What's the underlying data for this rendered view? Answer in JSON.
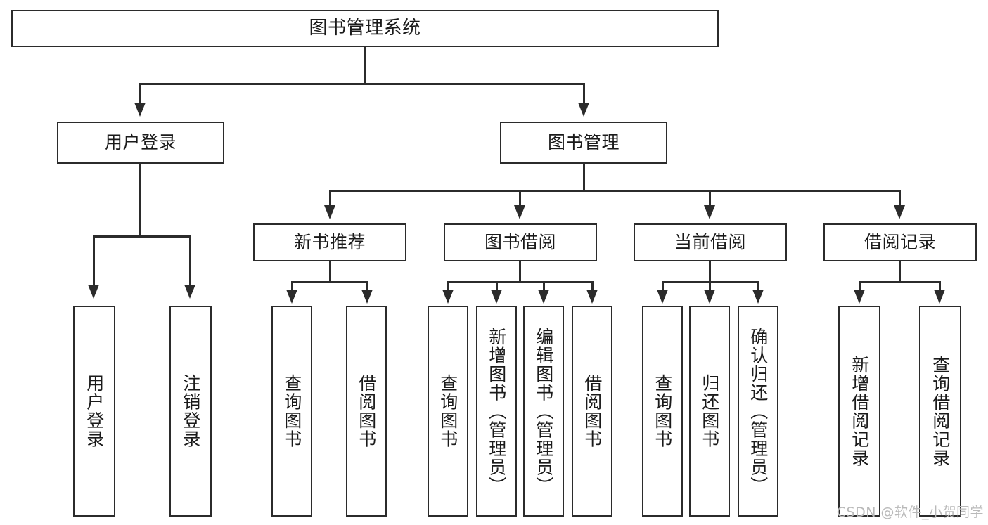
{
  "diagram": {
    "title": "图书管理系统",
    "type": "tree-hierarchy-chart",
    "watermark": "CSDN @软件_小贺同学",
    "accent_color": "#2b2b2b",
    "background_color": "#ffffff",
    "root": {
      "label": "图书管理系统"
    },
    "level2": [
      {
        "label": "用户登录"
      },
      {
        "label": "图书管理"
      }
    ],
    "level3": [
      {
        "label": "新书推荐"
      },
      {
        "label": "图书借阅"
      },
      {
        "label": "当前借阅"
      },
      {
        "label": "借阅记录"
      }
    ],
    "leaves": {
      "user_login": [
        {
          "label": "用户登录"
        },
        {
          "label": "注销登录"
        }
      ],
      "new_book_recommend": [
        {
          "label": "查询图书"
        },
        {
          "label": "借阅图书"
        }
      ],
      "book_borrow": [
        {
          "label": "查询图书"
        },
        {
          "label": "新增图书（管理员）"
        },
        {
          "label": "编辑图书（管理员）"
        },
        {
          "label": "借阅图书"
        }
      ],
      "current_borrow": [
        {
          "label": "查询图书"
        },
        {
          "label": "归还图书"
        },
        {
          "label": "确认归还（管理员）"
        }
      ],
      "borrow_record": [
        {
          "label": "新增借阅记录"
        },
        {
          "label": "查询借阅记录"
        }
      ]
    }
  }
}
